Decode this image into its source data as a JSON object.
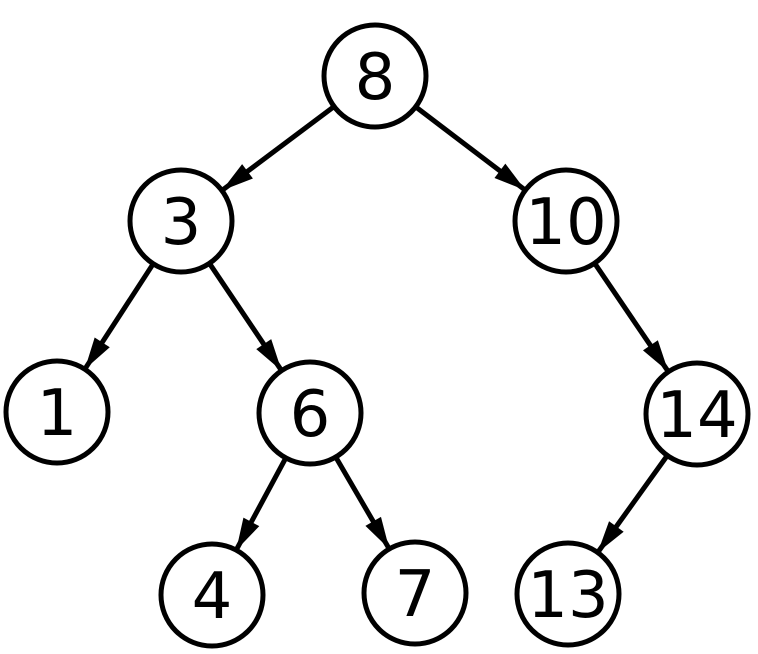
{
  "diagram": {
    "type": "binary-search-tree",
    "nodes": [
      {
        "id": "8",
        "label": "8"
      },
      {
        "id": "3",
        "label": "3"
      },
      {
        "id": "10",
        "label": "10"
      },
      {
        "id": "1",
        "label": "1"
      },
      {
        "id": "6",
        "label": "6"
      },
      {
        "id": "14",
        "label": "14"
      },
      {
        "id": "4",
        "label": "4"
      },
      {
        "id": "7",
        "label": "7"
      },
      {
        "id": "13",
        "label": "13"
      }
    ],
    "edges": [
      {
        "from": "8",
        "to": "3"
      },
      {
        "from": "8",
        "to": "10"
      },
      {
        "from": "3",
        "to": "1"
      },
      {
        "from": "3",
        "to": "6"
      },
      {
        "from": "10",
        "to": "14"
      },
      {
        "from": "6",
        "to": "4"
      },
      {
        "from": "6",
        "to": "7"
      },
      {
        "from": "14",
        "to": "13"
      }
    ]
  },
  "colors": {
    "background": "#ffffff",
    "node_fill": "#ffffff",
    "node_stroke": "#000000",
    "edge_stroke": "#000000",
    "label_text": "#000000"
  }
}
